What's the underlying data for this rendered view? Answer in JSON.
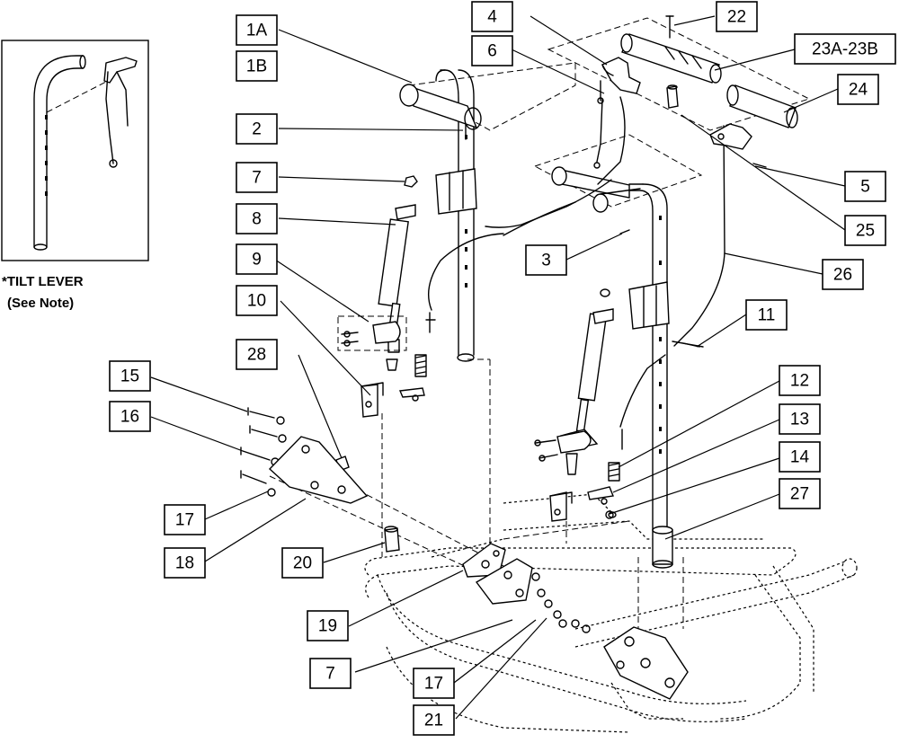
{
  "note": {
    "line1": "*TILT LEVER",
    "line2": "(See Note)"
  },
  "callouts": [
    {
      "id": "1a",
      "label": "1A"
    },
    {
      "id": "1b",
      "label": "1B"
    },
    {
      "id": "2",
      "label": "2"
    },
    {
      "id": "3",
      "label": "3"
    },
    {
      "id": "4",
      "label": "4"
    },
    {
      "id": "5",
      "label": "5"
    },
    {
      "id": "6",
      "label": "6"
    },
    {
      "id": "7a",
      "label": "7"
    },
    {
      "id": "7b",
      "label": "7"
    },
    {
      "id": "8",
      "label": "8"
    },
    {
      "id": "9",
      "label": "9"
    },
    {
      "id": "10",
      "label": "10"
    },
    {
      "id": "11",
      "label": "11"
    },
    {
      "id": "12",
      "label": "12"
    },
    {
      "id": "13",
      "label": "13"
    },
    {
      "id": "14",
      "label": "14"
    },
    {
      "id": "15",
      "label": "15"
    },
    {
      "id": "16",
      "label": "16"
    },
    {
      "id": "17a",
      "label": "17"
    },
    {
      "id": "17b",
      "label": "17"
    },
    {
      "id": "18",
      "label": "18"
    },
    {
      "id": "19",
      "label": "19"
    },
    {
      "id": "20",
      "label": "20"
    },
    {
      "id": "21",
      "label": "21"
    },
    {
      "id": "22",
      "label": "22"
    },
    {
      "id": "23",
      "label": "23A-23B"
    },
    {
      "id": "24",
      "label": "24"
    },
    {
      "id": "25",
      "label": "25"
    },
    {
      "id": "26",
      "label": "26"
    },
    {
      "id": "27",
      "label": "27"
    },
    {
      "id": "28",
      "label": "28"
    }
  ]
}
